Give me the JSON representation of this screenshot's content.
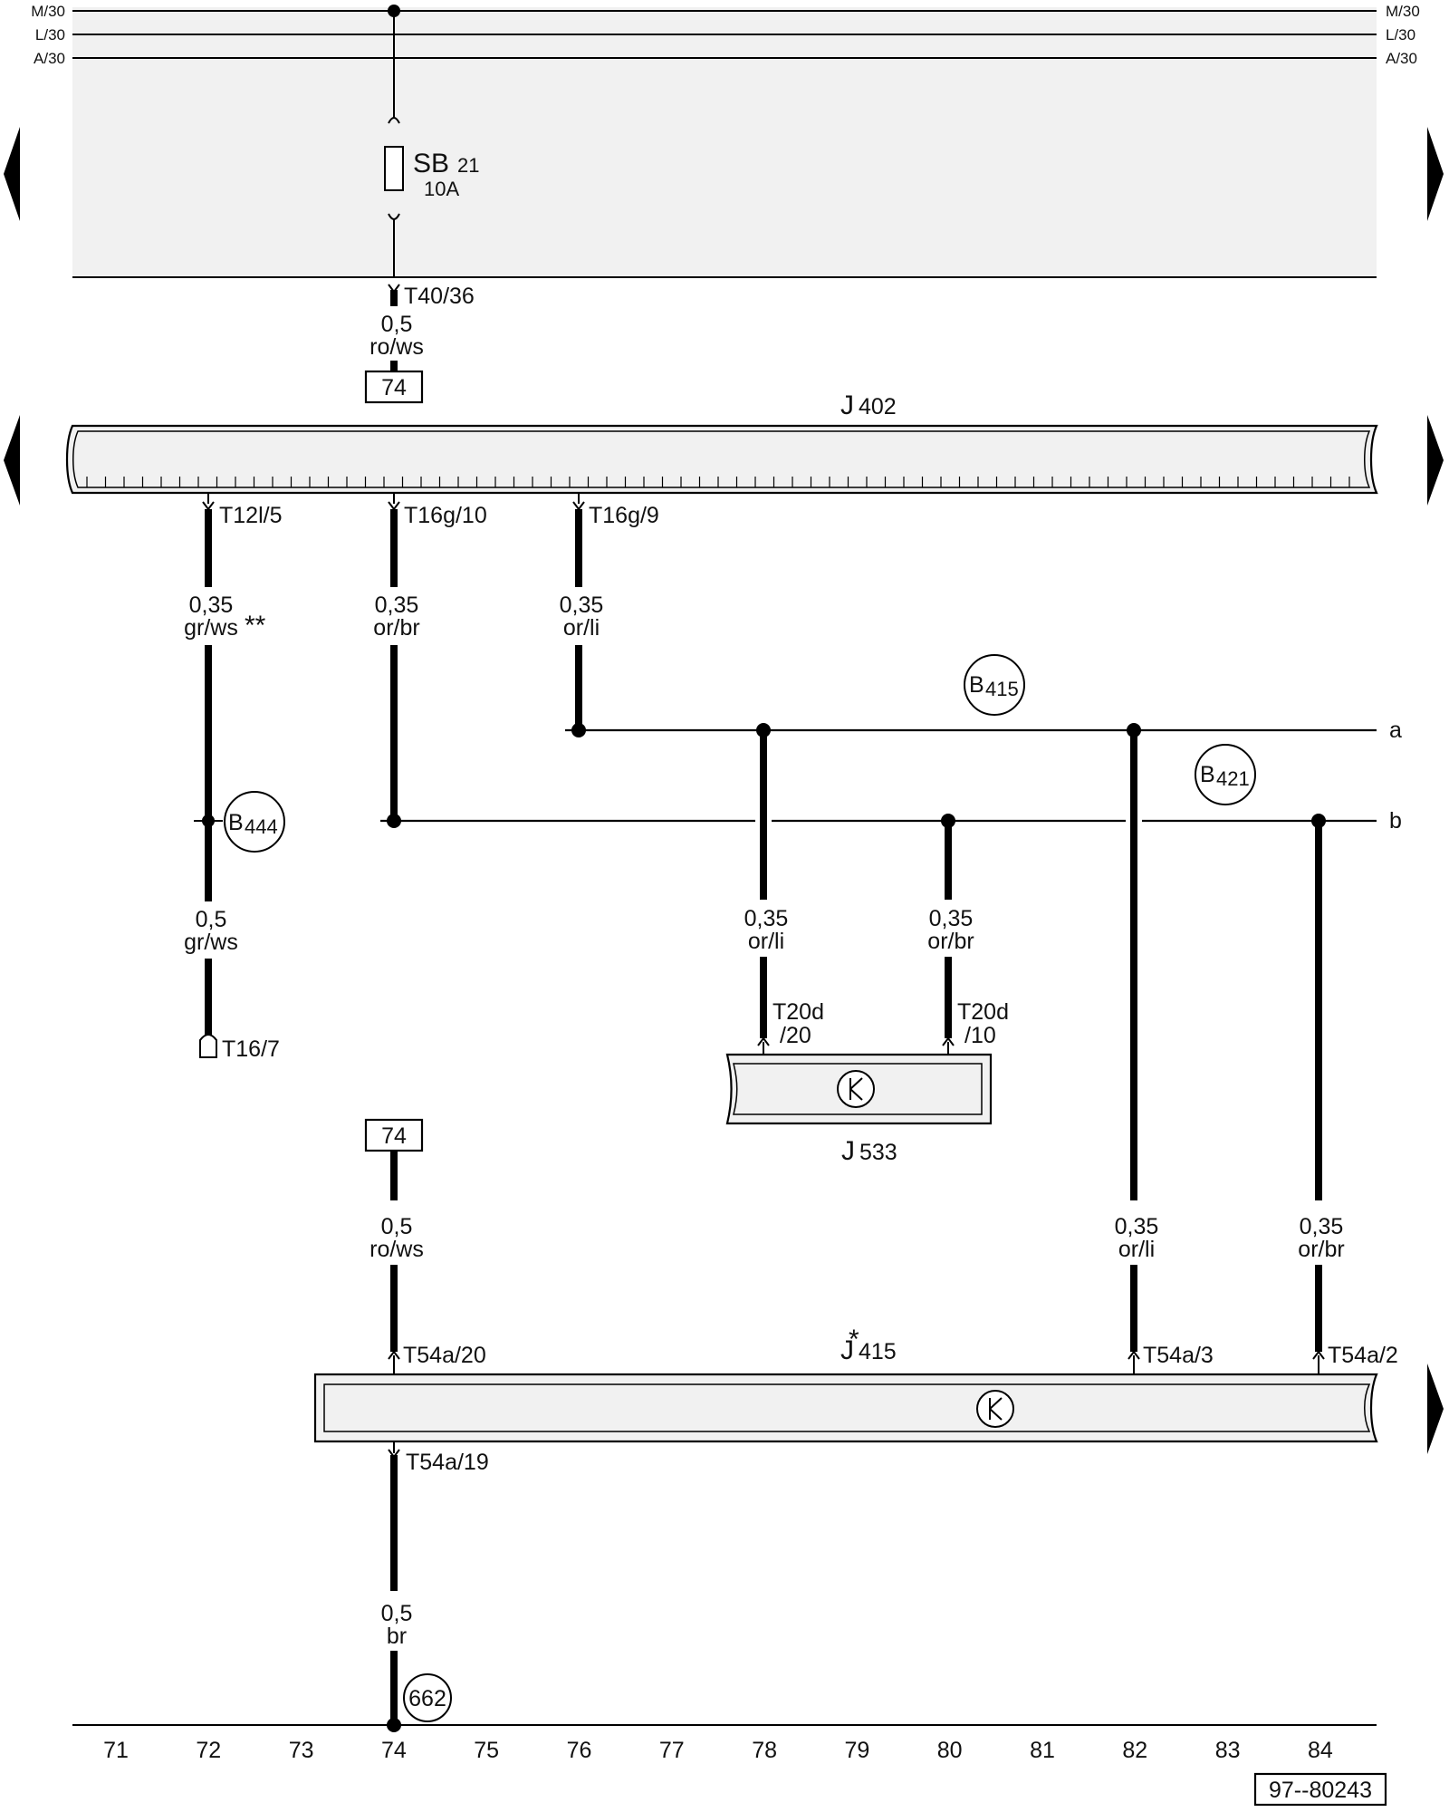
{
  "rails": {
    "left": [
      "M/30",
      "L/30",
      "A/30"
    ],
    "right": [
      "M/30",
      "L/30",
      "A/30"
    ]
  },
  "fuse": {
    "name": "SB",
    "number": "21",
    "rating": "10A"
  },
  "connectors": {
    "t40_36": "T40/36",
    "t12l_5": "T12l/5",
    "t16g_10": "T16g/10",
    "t16g_9": "T16g/9",
    "t16_7": "T16/7",
    "t20d_20_a": "T20d",
    "t20d_20_b": "/20",
    "t20d_10_a": "T20d",
    "t20d_10_b": "/10",
    "t54a_20": "T54a/20",
    "t54a_3": "T54a/3",
    "t54a_2": "T54a/2",
    "t54a_19": "T54a/19"
  },
  "wires": {
    "fuse_out": {
      "size": "0,5",
      "color": "ro/ws"
    },
    "w72_top": {
      "size": "0,35",
      "color": "gr/ws",
      "note": "**"
    },
    "w74_top": {
      "size": "0,35",
      "color": "or/br"
    },
    "w76_top": {
      "size": "0,35",
      "color": "or/li"
    },
    "w72_bot": {
      "size": "0,5",
      "color": "gr/ws"
    },
    "w78": {
      "size": "0,35",
      "color": "or/li"
    },
    "w80": {
      "size": "0,35",
      "color": "or/br"
    },
    "w74_mid": {
      "size": "0,5",
      "color": "ro/ws"
    },
    "w82": {
      "size": "0,35",
      "color": "or/li"
    },
    "w84": {
      "size": "0,35",
      "color": "or/br"
    },
    "w74_bot": {
      "size": "0,5",
      "color": "br"
    }
  },
  "refs": {
    "ref_top": "74",
    "ref_mid": "74"
  },
  "components": {
    "j402": {
      "letter": "J",
      "number": "402"
    },
    "j533": {
      "letter": "J",
      "number": "533"
    },
    "j415": {
      "letter": "J",
      "number": "415",
      "star": "*"
    }
  },
  "connections": {
    "b415": {
      "letter": "B",
      "number": "415"
    },
    "b421": {
      "letter": "B",
      "number": "421"
    },
    "b444": {
      "letter": "B",
      "number": "444"
    },
    "g662": "662"
  },
  "bus_labels": {
    "a": "a",
    "b": "b"
  },
  "grid_numbers": [
    "71",
    "72",
    "73",
    "74",
    "75",
    "76",
    "77",
    "78",
    "79",
    "80",
    "81",
    "82",
    "83",
    "84"
  ],
  "doc_number": "97--80243"
}
